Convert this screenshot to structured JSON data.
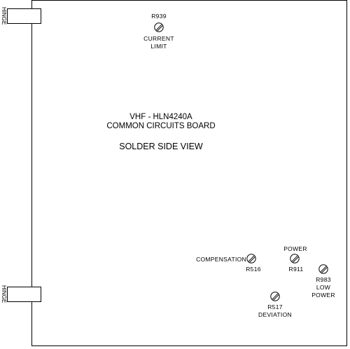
{
  "hinges": {
    "top_label": "HINGE",
    "bottom_label": "HINGE"
  },
  "board": {
    "model": "VHF - HLN4240A",
    "name": "COMMON CIRCUITS BOARD",
    "view": "SOLDER SIDE VIEW"
  },
  "pots": {
    "r939": {
      "ref": "R939",
      "line1": "CURRENT",
      "line2": "LIMIT"
    },
    "r516": {
      "ref": "R516",
      "function": "COMPENSATION"
    },
    "r911": {
      "ref": "R911",
      "function": "POWER"
    },
    "r983": {
      "ref": "R983",
      "line1": "LOW",
      "line2": "POWER"
    },
    "r517": {
      "ref": "R517",
      "function": "DEVIATION"
    }
  }
}
